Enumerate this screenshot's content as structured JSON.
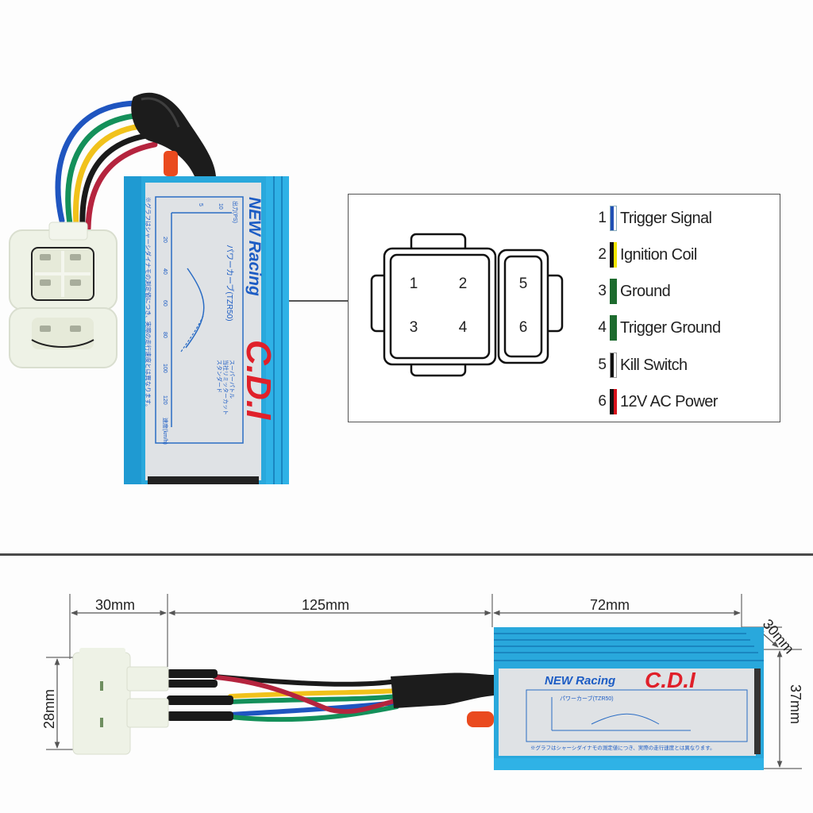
{
  "top_section": {
    "cdi_label": {
      "brand_line": "NEW Racing",
      "logo": "C.D.I",
      "graph_title": "パワーカーブ(TZR50)",
      "graph_y_label": "出力(PS)",
      "graph_x_label": "速度(km/h)",
      "graph_x_ticks": [
        "20",
        "40",
        "60",
        "80",
        "100",
        "120"
      ],
      "graph_y_ticks": [
        "10",
        "5"
      ],
      "graph_legend": [
        "スーパーパトル",
        "当社リミッターカット",
        "スタンダード"
      ],
      "footnote": "※グラフはシャーシダイナモの測定値につき、実際の走行速度とは異なります。"
    },
    "pinout_box": {
      "connector_pins": [
        "1",
        "2",
        "3",
        "4",
        "5",
        "6"
      ],
      "legend": [
        {
          "num": "1",
          "label": "Trigger Signal",
          "colors": [
            "#1f4fb5",
            "#ffffff"
          ]
        },
        {
          "num": "2",
          "label": "Ignition Coil",
          "colors": [
            "#111111",
            "#f2e500"
          ]
        },
        {
          "num": "3",
          "label": "Ground",
          "colors": [
            "#1d6b2e",
            "#1d6b2e"
          ]
        },
        {
          "num": "4",
          "label": "Trigger Ground",
          "colors": [
            "#1d6b2e",
            "#1d6b2e"
          ]
        },
        {
          "num": "5",
          "label": "Kill Switch",
          "colors": [
            "#111111",
            "#ffffff"
          ]
        },
        {
          "num": "6",
          "label": "12V AC Power",
          "colors": [
            "#111111",
            "#d8121b"
          ]
        }
      ]
    }
  },
  "bottom_section": {
    "dimensions": {
      "connector_length": "30mm",
      "wire_length": "125mm",
      "body_length": "72mm",
      "body_depth": "30mm",
      "body_height": "37mm",
      "connector_height": "28mm"
    },
    "cdi_label": {
      "brand_line": "NEW Racing",
      "logo": "C.D.I",
      "graph_title": "パワーカーブ(TZR50)",
      "footnote": "※グラフはシャーシダイナモの測定値につき、実際の走行速度とは異なります。"
    }
  },
  "colors": {
    "body_blue": "#29a8dc",
    "body_blue_dark": "#1a86c0",
    "label_silver": "#dfe2e5",
    "brand_blue": "#1c5cc4",
    "logo_red": "#e0202a",
    "wire_blue": "#1f55c0",
    "wire_green": "#14905a",
    "wire_yellow": "#f1c21b",
    "wire_red": "#b5243e",
    "wire_black": "#1a1a1a",
    "connector_white": "#eef2e6"
  }
}
